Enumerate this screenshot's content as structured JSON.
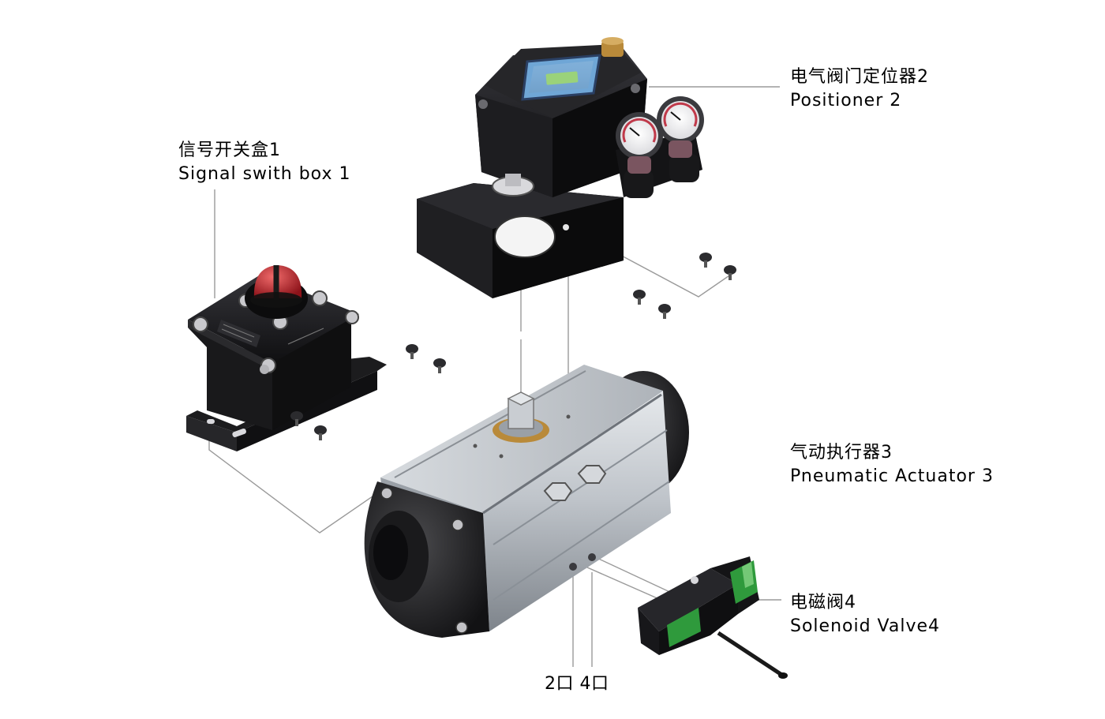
{
  "labels": {
    "signal_box": {
      "zh": "信号开关盒1",
      "en": "Signal swith box 1"
    },
    "positioner": {
      "zh": "电气阀门定位器2",
      "en": "Positioner 2"
    },
    "actuator": {
      "zh": "气动执行器3",
      "en": "Pneumatic Actuator 3"
    },
    "solenoid": {
      "zh": "电磁阀4",
      "en": "Solenoid Valve4"
    }
  },
  "ports": {
    "text": "2口 4口"
  },
  "colors": {
    "body_dark": "#1b1b1d",
    "aluminum": "#c9cdd2",
    "aluminum_dark": "#8e949b",
    "leader_line": "#9a9a9a",
    "indicator_red": "#c8202a",
    "display_blue": "#3d6fb0",
    "solenoid_green": "#2f9a3c",
    "brass": "#b98a3a"
  }
}
